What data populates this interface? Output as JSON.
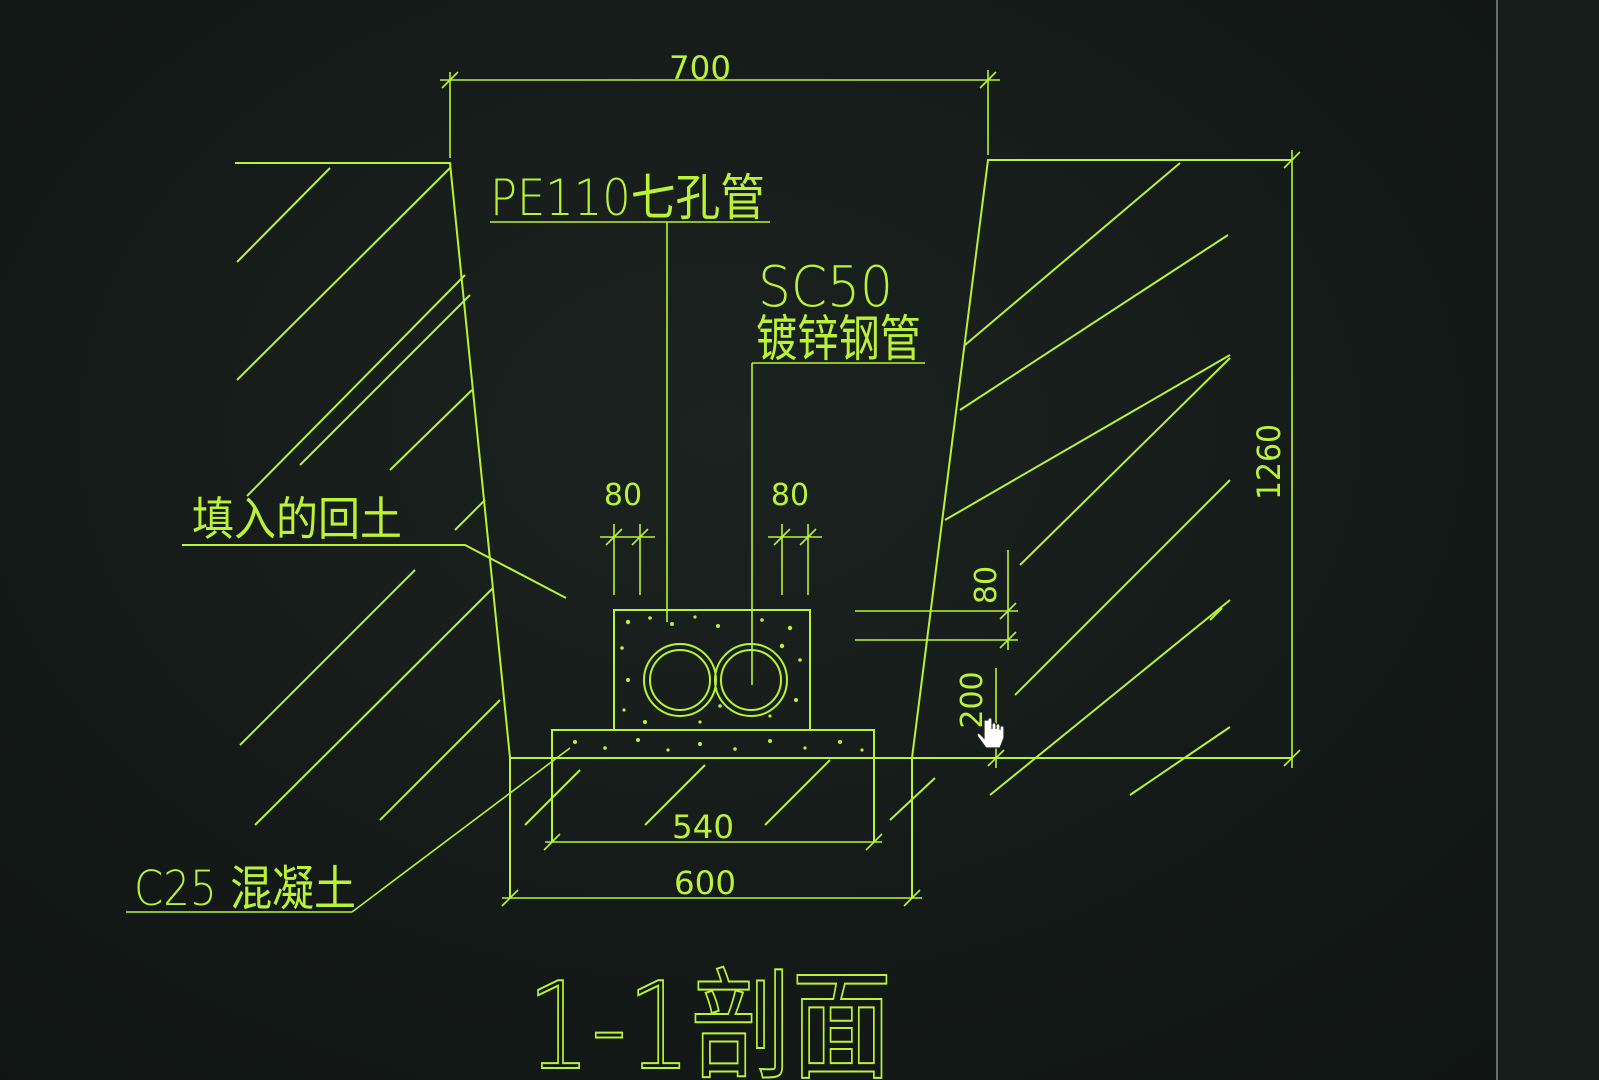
{
  "drawing": {
    "title": "1-1剖面",
    "dimensions": {
      "top_width": "700",
      "overall_height": "1260",
      "bottom_outer_width": "600",
      "bottom_inner_width": "540",
      "pipe_gap_left": "80",
      "pipe_gap_right": "80",
      "cover_top": "80",
      "base_thickness": "200"
    },
    "labels": {
      "pe_pipe": "PE110七孔管",
      "sc_pipe_line1": "SC50",
      "sc_pipe_line2": "镀锌钢管",
      "backfill": "填入的回土",
      "concrete": "C25 混凝土"
    }
  },
  "colors": {
    "line": "#b9f237",
    "background": "#141a18"
  },
  "icons": {
    "cursor": "hand-cursor-icon"
  }
}
